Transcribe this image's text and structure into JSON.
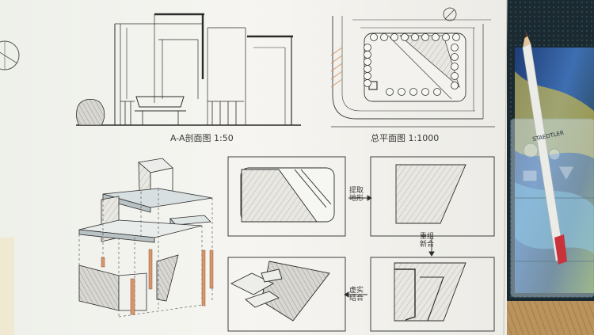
{
  "drawing": {
    "section_title": "A-A剖面图  1:50",
    "site_plan_title": "总平面图 1:1000",
    "step1_label": [
      "提取",
      "地形"
    ],
    "step2_label": [
      "重组",
      "新合"
    ],
    "step3_label": [
      "虚实",
      "结合"
    ]
  },
  "pencil_brand": "STAEDTLER",
  "colors": {
    "paper": "#f4f3ef",
    "ink": "#2b2b2b",
    "table_wood": "#b9925c",
    "pencil_case": "#1d2c33",
    "pencil_red": "#c8323a",
    "wood_hatch": "#d9956a"
  }
}
